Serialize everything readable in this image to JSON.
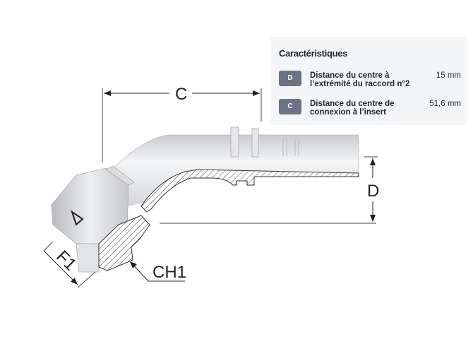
{
  "drawing": {
    "labels": {
      "c": "C",
      "d": "D",
      "f1": "F1",
      "ch1": "CH1"
    }
  },
  "panel": {
    "title": "Caractéristiques",
    "rows": [
      {
        "badge": "D",
        "description": "Distance du centre à l’extrémité du raccord n°2",
        "value": "15 mm"
      },
      {
        "badge": "C",
        "description": "Distance du centre de connexion à l’insert",
        "value": "51,6 mm"
      }
    ]
  },
  "colors": {
    "badge": "#6b7385",
    "panel_bg": "#f3f5f7"
  }
}
